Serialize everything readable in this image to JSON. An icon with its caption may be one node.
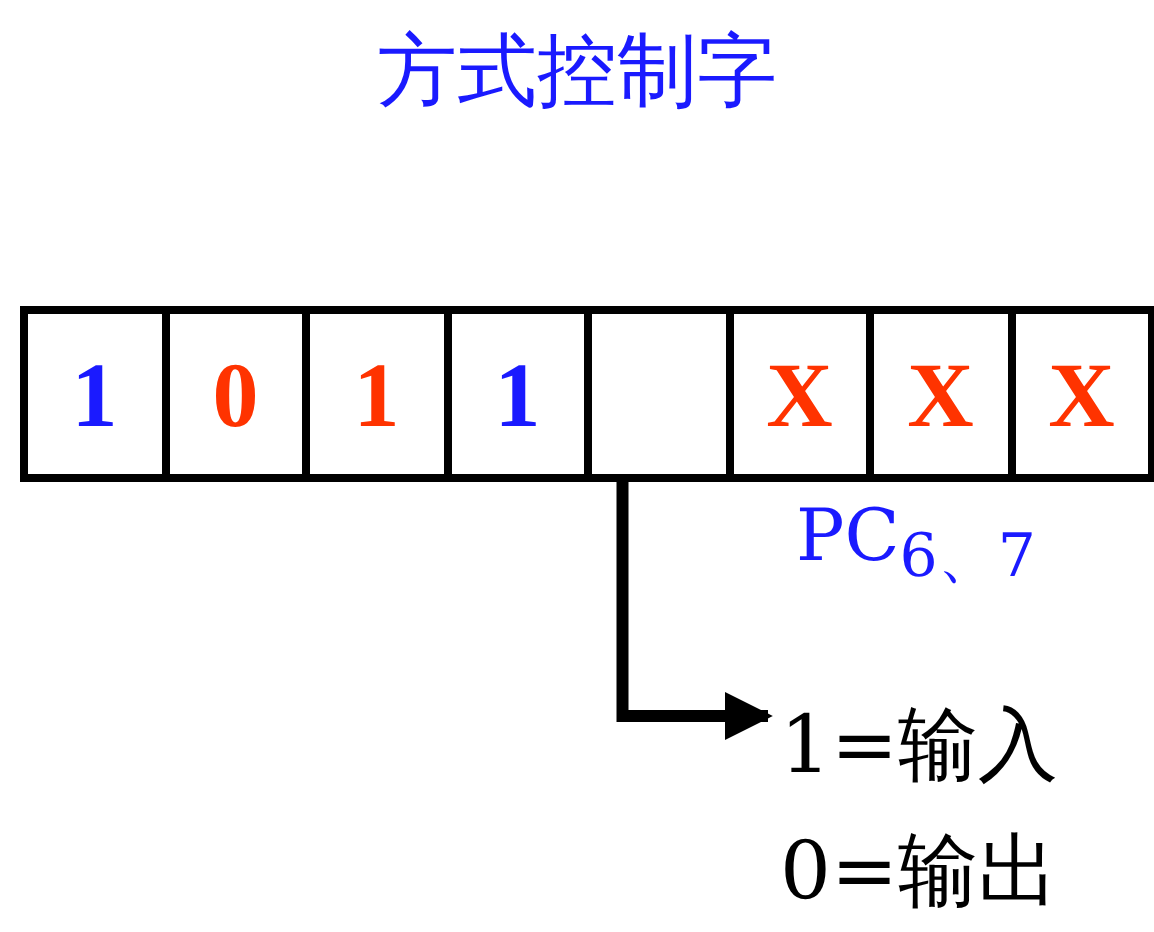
{
  "diagram": {
    "title": "方式控制字",
    "nodes": [
      {
        "text": [
          "1"
        ]
      },
      {
        "text": [
          "0"
        ]
      },
      {
        "text": [
          "1"
        ]
      },
      {
        "text": [
          "1"
        ]
      },
      {
        "text": [],
        "shape": "box"
      },
      {
        "text": [
          "X"
        ]
      },
      {
        "text": [
          "X"
        ]
      },
      {
        "text": [
          "X"
        ]
      },
      {
        "text": [
          "1=输入"
        ]
      }
    ],
    "edges": [
      {
        "from": 4,
        "to": 8,
        "arrow": "to"
      }
    ],
    "labels": [
      "PC$_{6、7}$",
      "0=输出"
    ]
  }
}
